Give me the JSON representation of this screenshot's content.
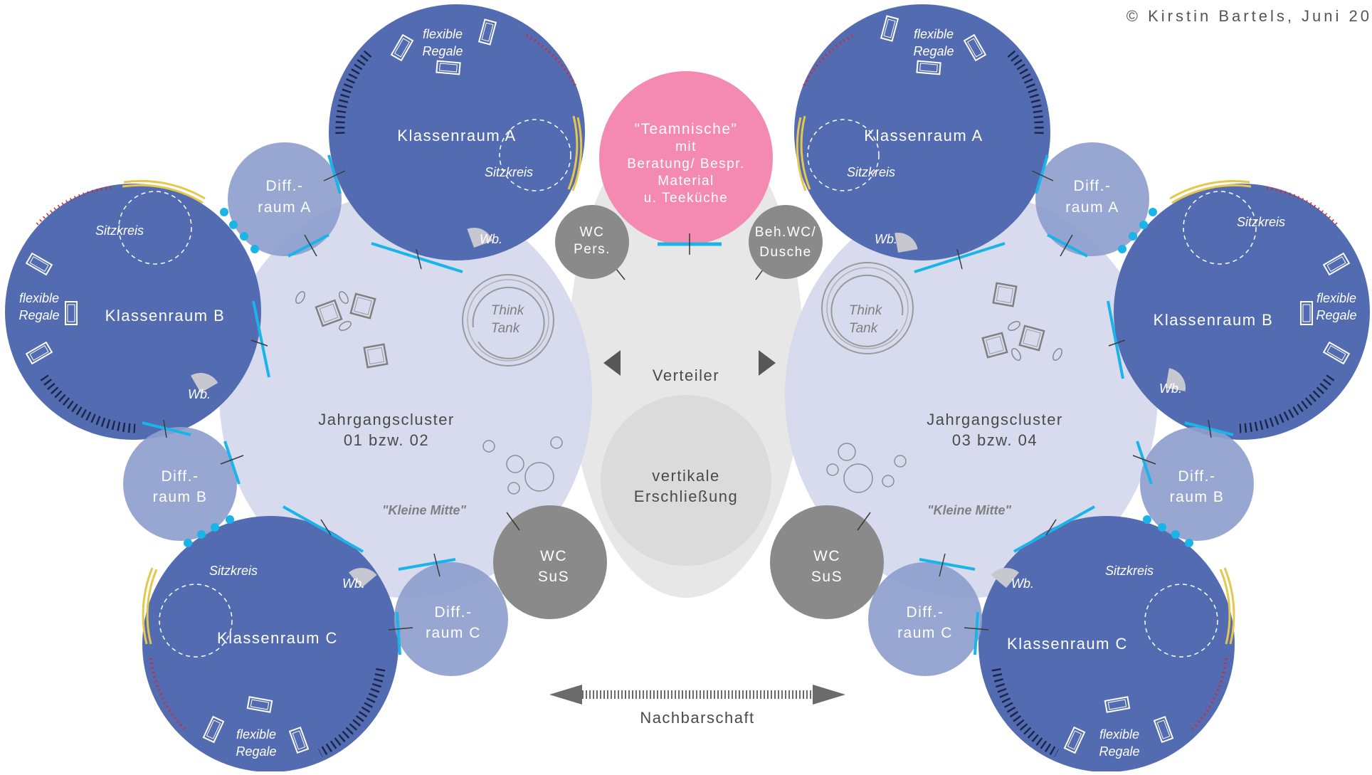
{
  "copyright": "© Kirstin Bartels, Juni 20",
  "colors": {
    "classroom": "#536bb1",
    "diff_room": "#8e9fcd",
    "cluster_area": "#d5d9ec",
    "central_area": "#e8e8e8",
    "wc": "#8a8a8a",
    "team_niche": "#f58ab0",
    "door": "#1ab4e8",
    "dots_red": "#e41e2b",
    "whiteboard_yellow": "#e6c64c"
  },
  "left_cluster": {
    "title_line1": "Jahrgangscluster",
    "title_line2": "01 bzw. 02",
    "kleine_mitte": "\"Kleine Mitte\"",
    "think_tank_1": "Think",
    "think_tank_2": "Tank",
    "classrooms": {
      "a": {
        "label": "Klassenraum A",
        "sitzkreis": "Sitzkreis",
        "wb": "Wb.",
        "regale_1": "flexible",
        "regale_2": "Regale"
      },
      "b": {
        "label": "Klassenraum B",
        "sitzkreis": "Sitzkreis",
        "wb": "Wb.",
        "regale_1": "flexible",
        "regale_2": "Regale"
      },
      "c": {
        "label": "Klassenraum C",
        "sitzkreis": "Sitzkreis",
        "wb": "Wb.",
        "regale_1": "flexible",
        "regale_2": "Regale"
      }
    },
    "diff_rooms": {
      "a": {
        "line1": "Diff.-",
        "line2": "raum A"
      },
      "b": {
        "line1": "Diff.-",
        "line2": "raum B"
      },
      "c": {
        "line1": "Diff.-",
        "line2": "raum C"
      }
    },
    "wc_sus": {
      "line1": "WC",
      "line2": "SuS"
    }
  },
  "right_cluster": {
    "title_line1": "Jahrgangscluster",
    "title_line2": "03 bzw. 04",
    "kleine_mitte": "\"Kleine Mitte\"",
    "think_tank_1": "Think",
    "think_tank_2": "Tank",
    "classrooms": {
      "a": {
        "label": "Klassenraum A",
        "sitzkreis": "Sitzkreis",
        "wb": "Wb.",
        "regale_1": "flexible",
        "regale_2": "Regale"
      },
      "b": {
        "label": "Klassenraum B",
        "sitzkreis": "Sitzkreis",
        "wb": "Wb.",
        "regale_1": "flexible",
        "regale_2": "Regale"
      },
      "c": {
        "label": "Klassenraum C",
        "sitzkreis": "Sitzkreis",
        "wb": "Wb.",
        "regale_1": "flexible",
        "regale_2": "Regale"
      }
    },
    "diff_rooms": {
      "a": {
        "line1": "Diff.-",
        "line2": "raum A"
      },
      "b": {
        "line1": "Diff.-",
        "line2": "raum B"
      },
      "c": {
        "line1": "Diff.-",
        "line2": "raum C"
      }
    },
    "wc_sus": {
      "line1": "WC",
      "line2": "SuS"
    }
  },
  "center": {
    "team_niche": [
      "\"Teamnische\"",
      "mit",
      "Beratung/ Bespr.",
      "Material",
      "u. Teeküche"
    ],
    "wc_pers": {
      "line1": "WC",
      "line2": "Pers."
    },
    "beh_wc": {
      "line1": "Beh.WC/",
      "line2": "Dusche"
    },
    "verteiler": "Verteiler",
    "vertikale_1": "vertikale",
    "vertikale_2": "Erschließung",
    "nachbarschaft": "Nachbarschaft"
  }
}
